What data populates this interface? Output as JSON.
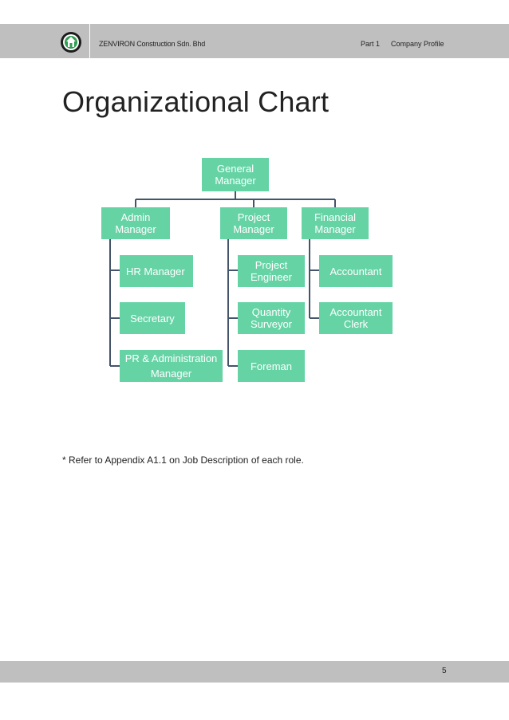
{
  "header": {
    "company": "ZENVIRON Construction Sdn. Bhd",
    "part": "Part 1",
    "section": "Company Profile"
  },
  "title": "Organizational Chart",
  "org": {
    "general_manager": "General Manager",
    "admin_manager": "Admin Manager",
    "project_manager": "Project Manager",
    "financial_manager": "Financial Manager",
    "hr_manager": "HR Manager",
    "secretary": "Secretary",
    "pr_admin_manager": "PR & Administration Manager",
    "project_engineer": "Project Engineer",
    "quantity_surveyor": "Quantity Surveyor",
    "foreman": "Foreman",
    "accountant": "Accountant",
    "accountant_clerk": "Accountant Clerk"
  },
  "footnote": "* Refer to Appendix A1.1 on Job Description of each role.",
  "footer": {
    "page_number": "5"
  },
  "colors": {
    "box": "#66d3a5",
    "connector": "#44546a",
    "bar": "#bfbfbf"
  }
}
